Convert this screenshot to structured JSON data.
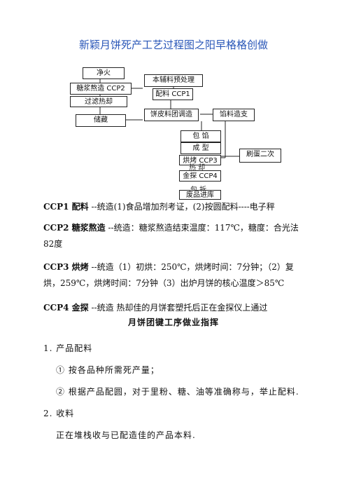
{
  "doc_title": "新颖月饼死产工艺过程图之阳早格格创做",
  "flow": {
    "jinghuo": "净火",
    "tangjiang": "糖浆熬造 CCP2",
    "guolv": "过滤热却",
    "chucang": "储藏",
    "fuliao": "本辅料预处理",
    "peiliao": "配料 CCP1",
    "bingpi": "饼皮料团调造",
    "xianliao": "馅料造支",
    "baoxian": "包 馅",
    "chengxing": "成 型",
    "hongkao": "烘烤 CCP3",
    "lengque": "热 却",
    "jintan": "金探 CCP4",
    "baozhuang": "包 拆",
    "chengpin": "废品进库",
    "shuadan": "刷蛋二次"
  },
  "ccp": [
    {
      "label": "CCP1 配料",
      "text": "--统造(1)食品增加剂考证，(2)按圆配料----电子秤"
    },
    {
      "label": "CCP2 糖浆熬造",
      "text": "--统造：糖浆熬造结束温度：117℃，糖度：合光法82度"
    },
    {
      "label": "CCP3 烘烤",
      "text": "--统造（1）初烘：250℃，烘烤时间：7分钟；（2）复烘，259℃，烘烤时间：7分钟（3）出炉月饼的核心温度＞85℃"
    },
    {
      "label": "CCP4 金探",
      "text": "--统造 热却佳的月饼套塑托后正在金探仪上通过"
    }
  ],
  "guide_title": "月饼团键工序做业指挥",
  "sections": [
    {
      "heading": "1. 产品配料",
      "items": [
        "① 按各品种所需死产量；",
        "② 根据产品配圆，对于里粉、糖、油等准确称与，举止配料."
      ]
    },
    {
      "heading": "2. 收料",
      "items": [
        "正在堆栈收与已配造佳的产品本料."
      ]
    }
  ]
}
